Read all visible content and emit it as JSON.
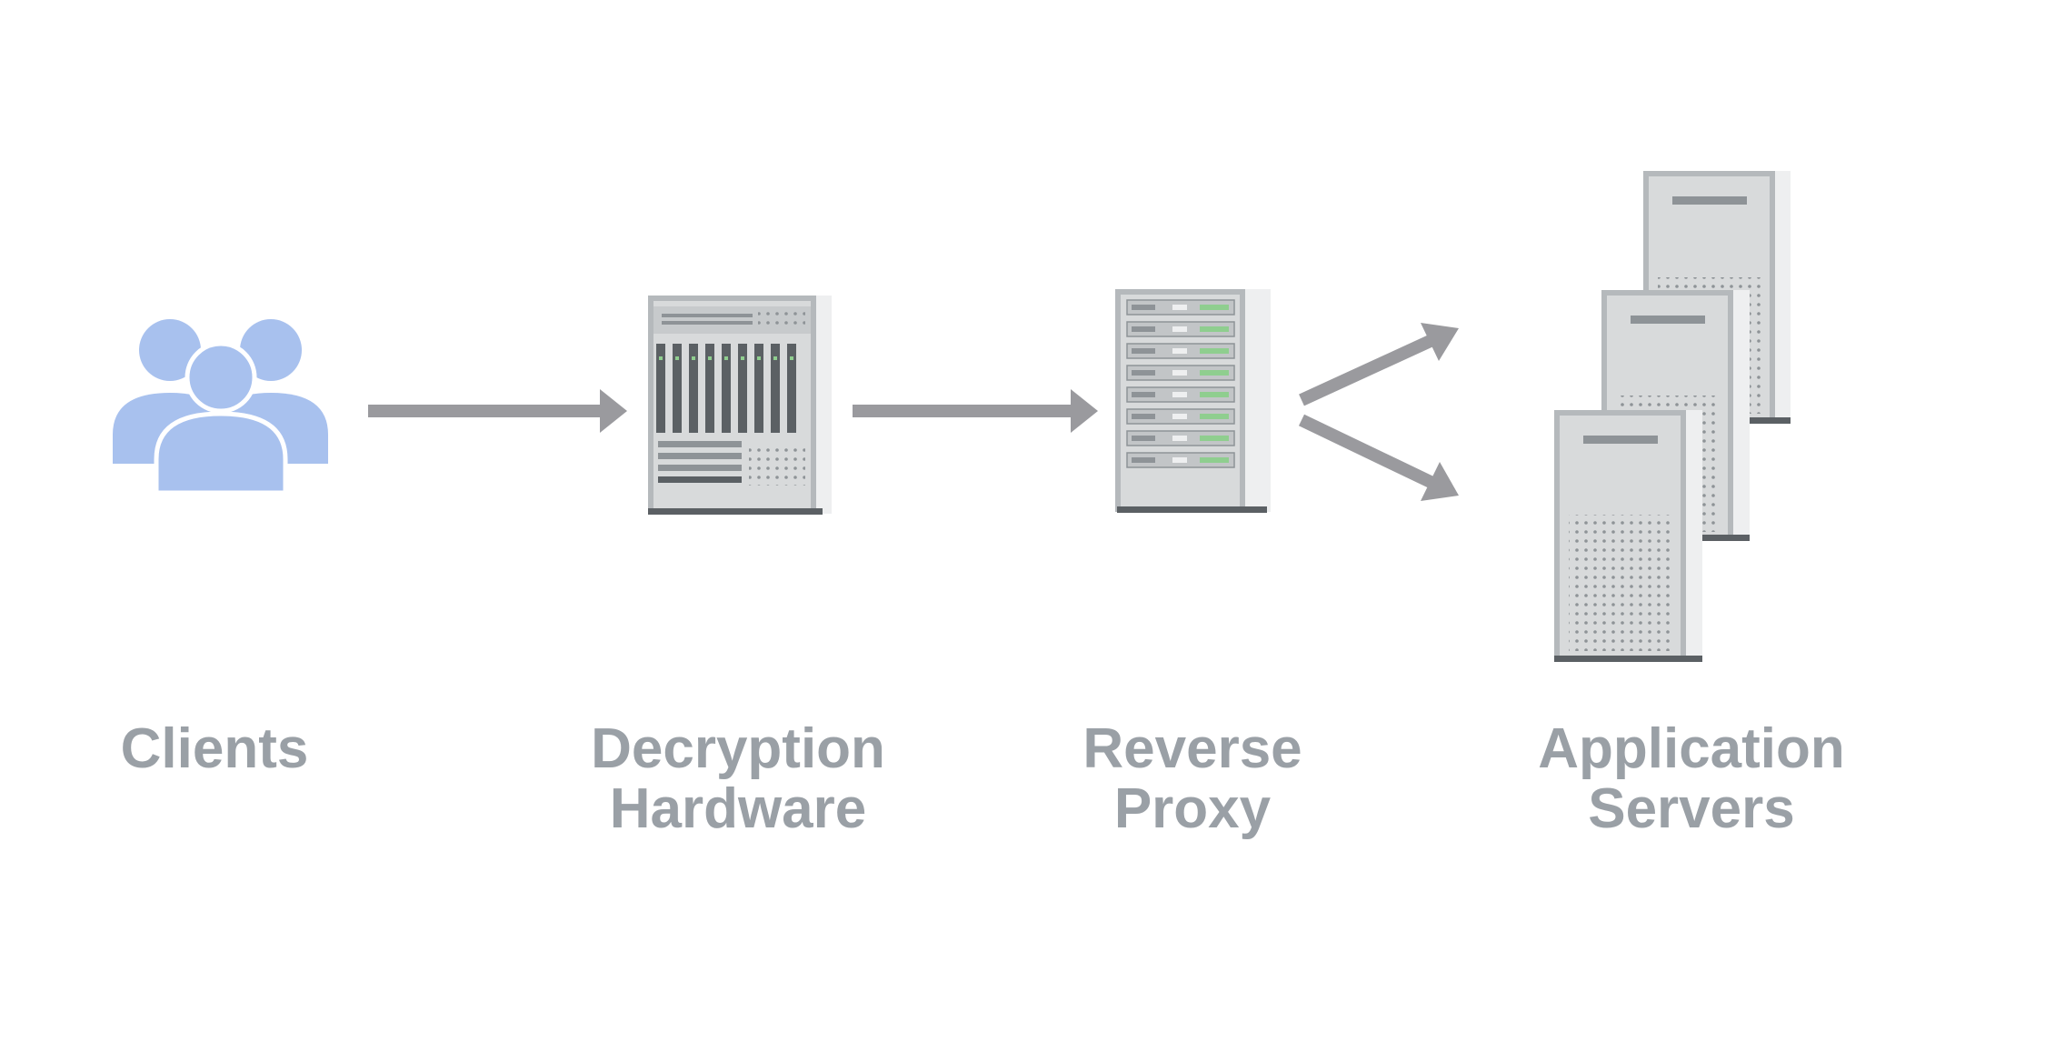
{
  "diagram": {
    "nodes": [
      {
        "id": "clients",
        "icon": "users-group-icon",
        "label_lines": [
          "Clients"
        ]
      },
      {
        "id": "decryption",
        "icon": "server-rack-icon",
        "label_lines": [
          "Decryption",
          "Hardware"
        ]
      },
      {
        "id": "proxy",
        "icon": "server-rack-icon",
        "label_lines": [
          "Reverse",
          "Proxy"
        ]
      },
      {
        "id": "app",
        "icon": "server-tower-stack-icon",
        "label_lines": [
          "Application",
          "Servers"
        ]
      }
    ],
    "edges": [
      {
        "from": "clients",
        "to": "decryption"
      },
      {
        "from": "decryption",
        "to": "proxy"
      },
      {
        "from": "proxy",
        "to": "app"
      },
      {
        "from": "proxy",
        "to": "app"
      }
    ]
  },
  "colors": {
    "arrow": "#9a9a9e",
    "users": "#a8c1ee",
    "server_body": "#d8dadb",
    "server_frame": "#b5b9bc",
    "server_dark": "#5b6064",
    "led_green": "#8fce8f",
    "label": "#9aa0a6"
  }
}
